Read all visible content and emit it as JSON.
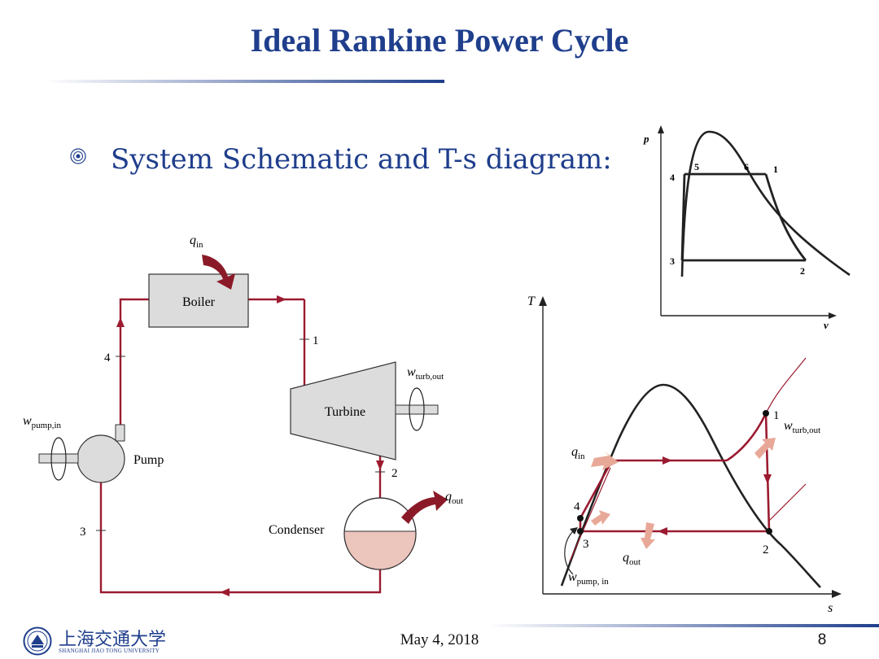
{
  "slide": {
    "title": "Ideal Rankine Power Cycle",
    "bullet": "System Schematic and T-s diagram:",
    "date": "May 4, 2018",
    "page_number": "8",
    "logo": {
      "name_cn": "上海交通大学",
      "name_en": "SHANGHAI JIAO TONG UNIVERSITY"
    },
    "colors": {
      "title": "#1f3e8c",
      "cycle_line": "#9b1b30",
      "arrow_fill": "#8b1a28",
      "heat_arrow": "#e8a898"
    }
  },
  "schematic": {
    "boiler_label": "Boiler",
    "turbine_label": "Turbine",
    "pump_label": "Pump",
    "condenser_label": "Condenser",
    "q_in": "q",
    "q_in_sub": "in",
    "q_out": "q",
    "q_out_sub": "out",
    "w_turb": "w",
    "w_turb_sub": "turb,out",
    "w_pump": "w",
    "w_pump_sub": "pump,in",
    "state_1": "1",
    "state_2": "2",
    "state_3": "3",
    "state_4": "4"
  },
  "pv_diagram": {
    "y_axis_label": "p",
    "x_axis_label": "v",
    "point_1": "1",
    "point_2": "2",
    "point_3": "3",
    "point_4": "4",
    "point_5": "5",
    "point_6": "6"
  },
  "ts_diagram": {
    "y_axis_label": "T",
    "x_axis_label": "s",
    "point_1": "1",
    "point_2": "2",
    "point_3": "3",
    "point_4": "4",
    "q_in": "q",
    "q_in_sub": "in",
    "q_out": "q",
    "q_out_sub": "out",
    "w_turb": "w",
    "w_turb_sub": "turb,out",
    "w_pump": "w",
    "w_pump_sub": "pump, in"
  }
}
